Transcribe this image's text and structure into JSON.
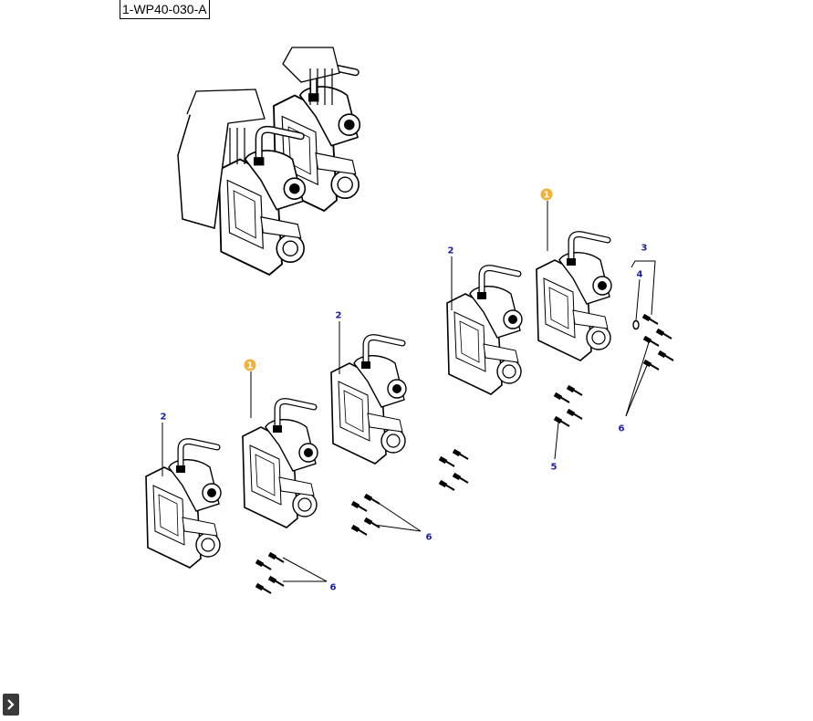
{
  "diagram": {
    "reference_code": "1-WP40-030-A",
    "callouts": [
      {
        "label": "1",
        "highlighted": true
      },
      {
        "label": "1",
        "highlighted": true
      },
      {
        "label": "2",
        "highlighted": false
      },
      {
        "label": "2",
        "highlighted": false
      },
      {
        "label": "2",
        "highlighted": false
      },
      {
        "label": "3",
        "highlighted": false
      },
      {
        "label": "4",
        "highlighted": false
      },
      {
        "label": "5",
        "highlighted": false
      },
      {
        "label": "6",
        "highlighted": false
      },
      {
        "label": "6",
        "highlighted": false
      },
      {
        "label": "6",
        "highlighted": false
      }
    ]
  },
  "colors": {
    "callout_text": "#1a1aa8",
    "callout_highlight": "#f0b23a",
    "line": "#000000",
    "button_bg": "#3a3a3a"
  },
  "controls": {
    "expand_icon": "chevron-right-icon"
  }
}
